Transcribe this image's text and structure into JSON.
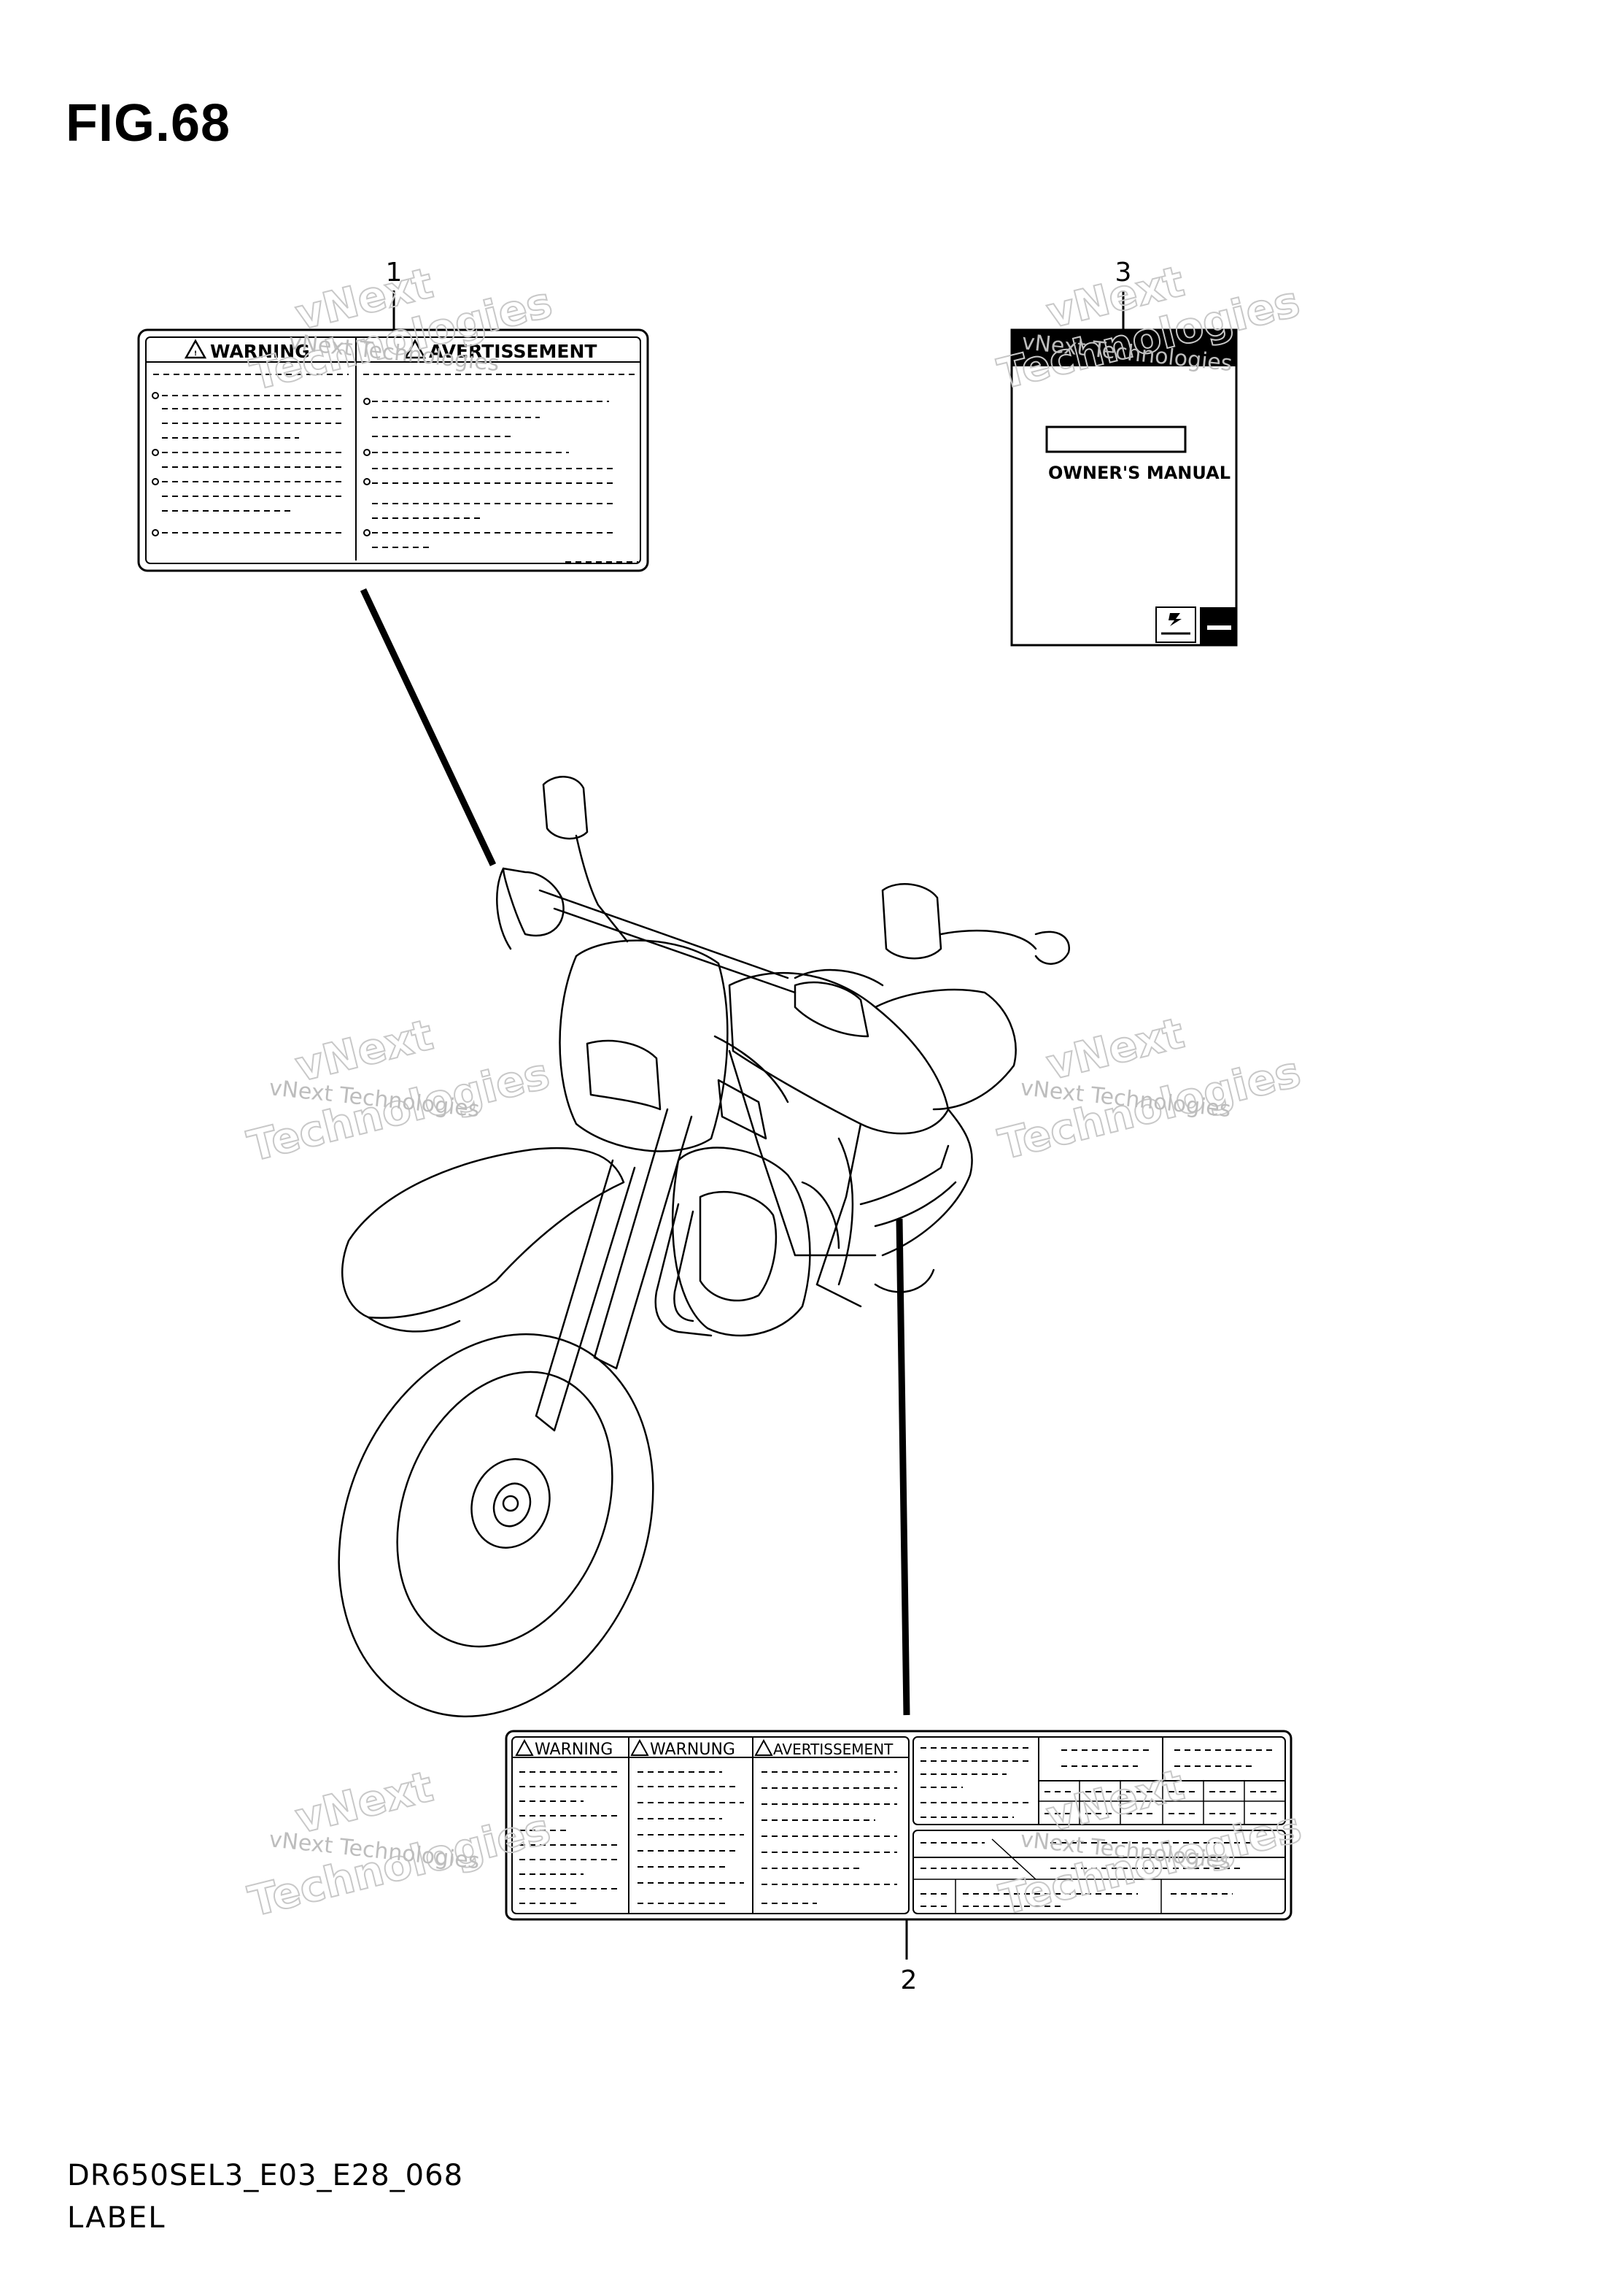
{
  "figure": {
    "title": "FIG.68",
    "code": "DR650SEL3_E03_E28_068",
    "section": "LABEL"
  },
  "callouts": [
    {
      "number": "1"
    },
    {
      "number": "2"
    },
    {
      "number": "3"
    }
  ],
  "label_1": {
    "warning_en": "WARNING",
    "warning_fr": "AVERTISSEMENT"
  },
  "label_2": {
    "warning_en": "WARNING",
    "warning_de": "WARNUNG",
    "warning_fr": "AVERTISSEMENT"
  },
  "manual": {
    "title": "OWNER'S MANUAL"
  },
  "watermark": {
    "small": "vNext Technologies",
    "brand_line1": "vNext",
    "brand_line2": "Technologies"
  }
}
